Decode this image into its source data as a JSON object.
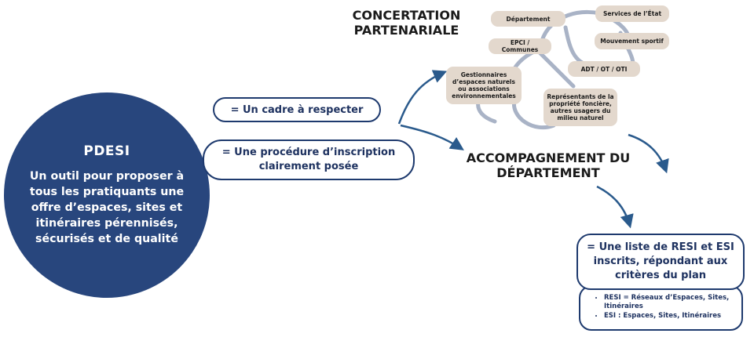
{
  "pdesi": {
    "title": "PDESI",
    "description": "Un outil pour proposer à tous les pratiquants une offre d’espaces, sites et itinéraires pérennisés, sécurisés et de qualité"
  },
  "pills": {
    "cadre": "= Un cadre à respecter",
    "procedure": "= Une procédure d’inscription clairement posée"
  },
  "concertation": {
    "heading": "CONCERTATION PARTENARIALE",
    "partners": {
      "departement": "Département",
      "services_etat": "Services de l’État",
      "epci": "EPCI / Communes",
      "mouvement_sportif": "Mouvement sportif",
      "adt": "ADT / OT / OTI",
      "gestionnaires": "Gestionnaires d’espaces naturels ou associations environnementales",
      "representants": "Représentants de la propriété foncière, autres usagers du milieu naturel"
    }
  },
  "accompagnement": {
    "heading": "ACCOMPAGNEMENT DU DÉPARTEMENT"
  },
  "result": {
    "text": "= Une liste de RESI et ESI inscrits, répondant aux critères du plan",
    "definitions": [
      "RESI = Réseaux d’Espaces, Sites, Itinéraires",
      "ESI : Espaces, Sites, Itinéraires"
    ]
  },
  "colors": {
    "navy": "#28467d",
    "border": "#1e3a6e",
    "arrow": "#2a5a8c",
    "tag": "#e3d8cd",
    "connector": "#a9b3c6"
  }
}
